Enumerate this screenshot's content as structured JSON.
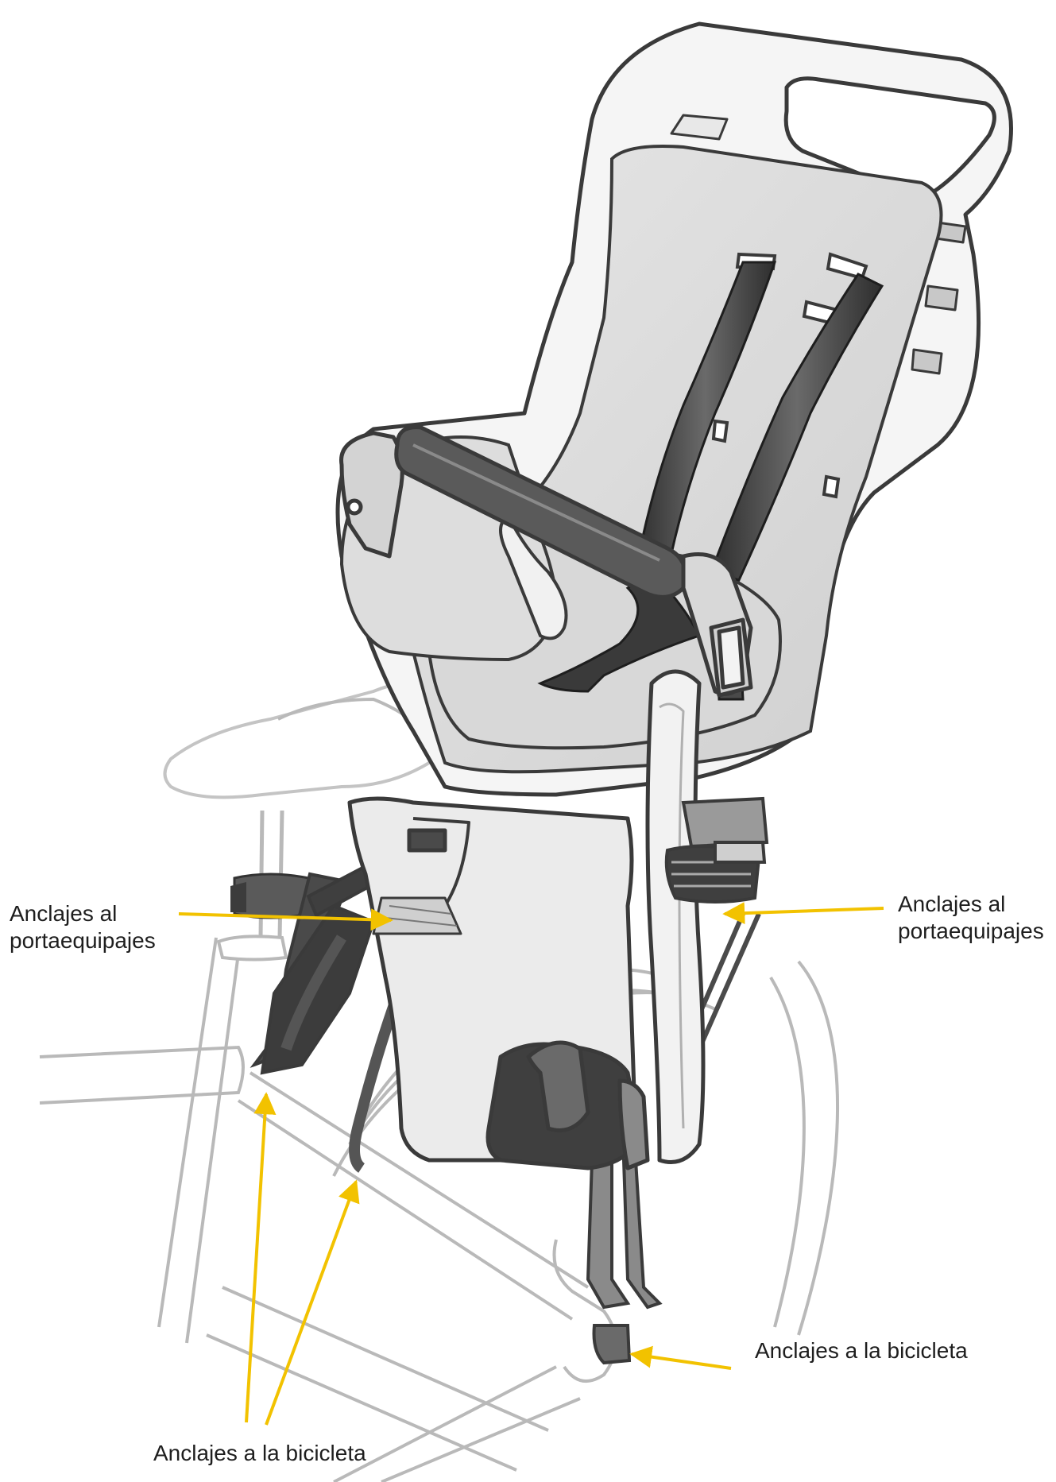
{
  "callouts": {
    "rack_left": "Anclajes al\nportaequipajes",
    "rack_right": "Anclajes al\nportaequipajes",
    "bike_right": "Anclajes a la bicicleta",
    "bike_bottom": "Anclajes a la bicicleta"
  },
  "colors": {
    "arrow": "#f2c200",
    "outline": "#3a3a3a",
    "shell": "#f4f4f4",
    "pad": "#dcdcdc",
    "strap": "#4a4a4a",
    "bike": "#b9b9b9"
  }
}
